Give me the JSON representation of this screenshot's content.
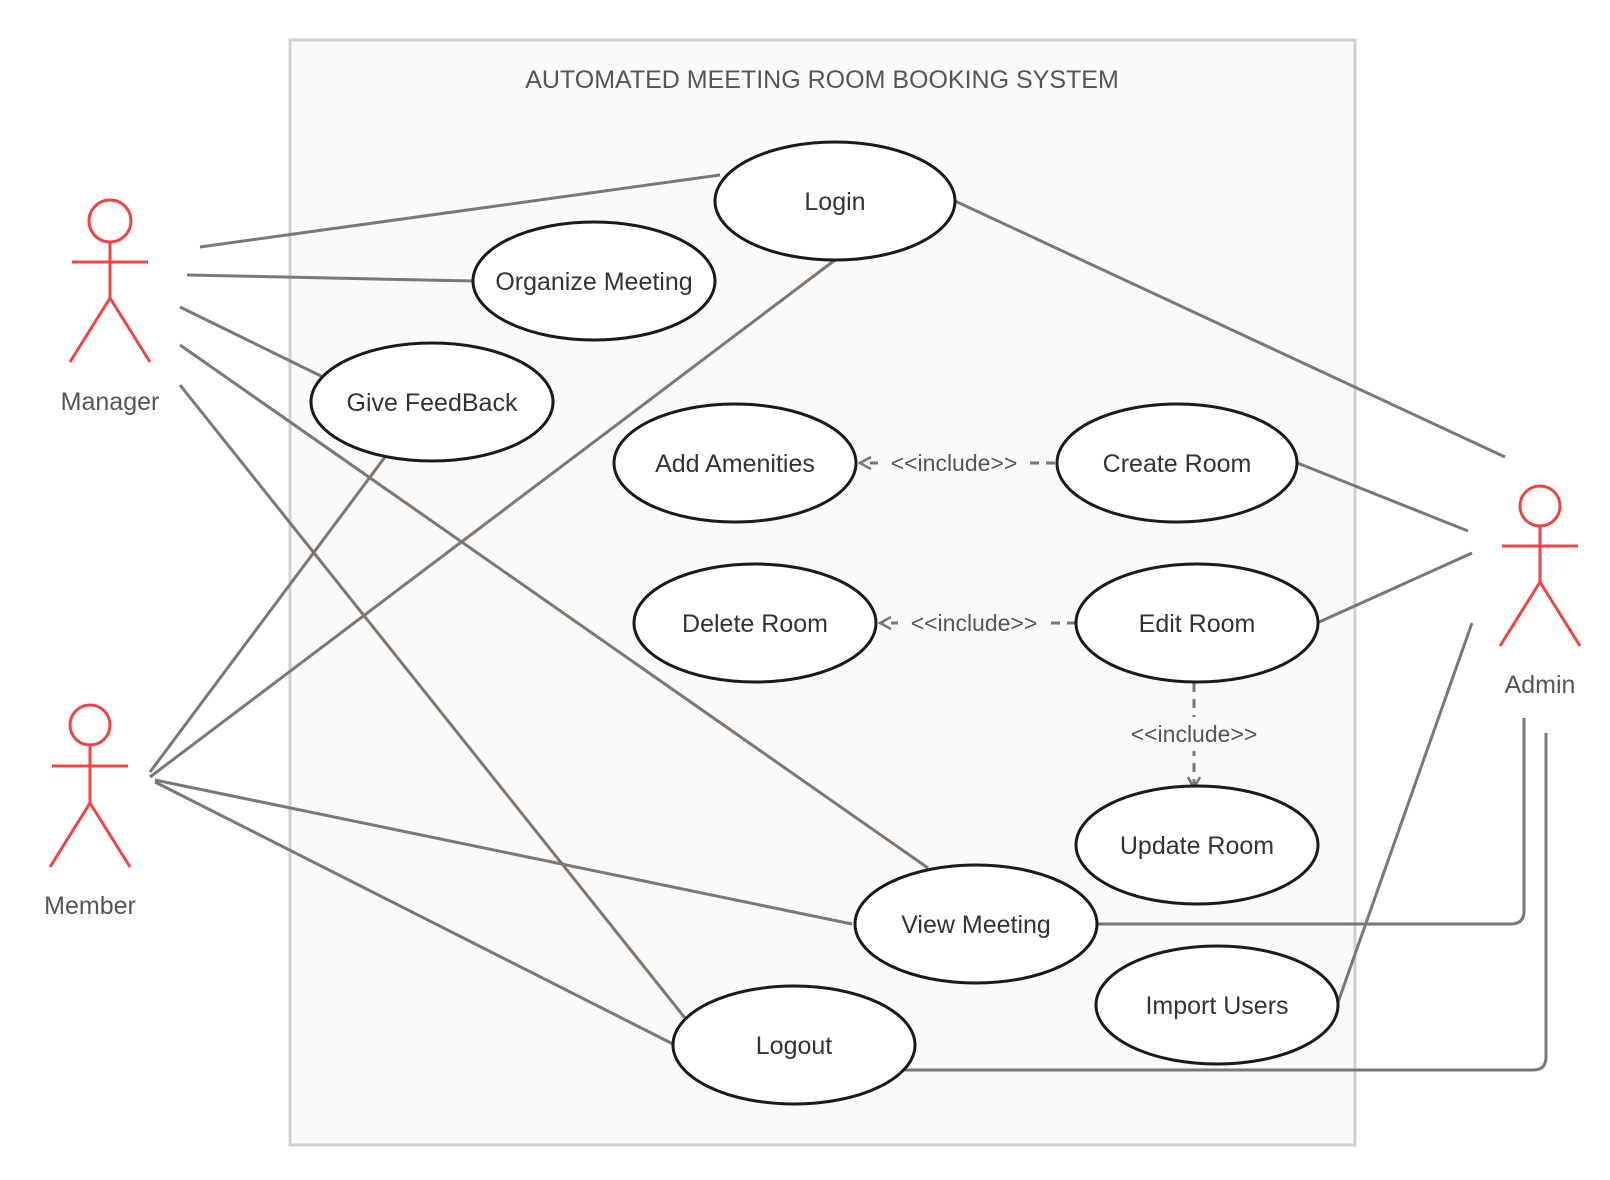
{
  "colors": {
    "boundary_stroke": "#d0d0d0",
    "boundary_fill": "#fbfaf8",
    "actor": "#ee4444",
    "line": "#7a7775",
    "ellipse_stroke": "#1a1a1a",
    "ellipse_fill": "#ffffff",
    "text": "#333333"
  },
  "system": {
    "title": "AUTOMATED  MEETING ROOM BOOKING SYSTEM"
  },
  "actors": {
    "manager": "Manager",
    "member": "Member",
    "admin": "Admin"
  },
  "use_cases": {
    "login": "Login",
    "organize_meeting": "Organize Meeting",
    "give_feedback": "Give FeedBack",
    "add_amenities": "Add Amenities",
    "create_room": "Create Room",
    "delete_room": "Delete Room",
    "edit_room": "Edit Room",
    "update_room": "Update Room",
    "view_meeting": "View Meeting",
    "import_users": "Import Users",
    "logout": "Logout"
  },
  "relations": {
    "include_label": "<<include>>"
  }
}
